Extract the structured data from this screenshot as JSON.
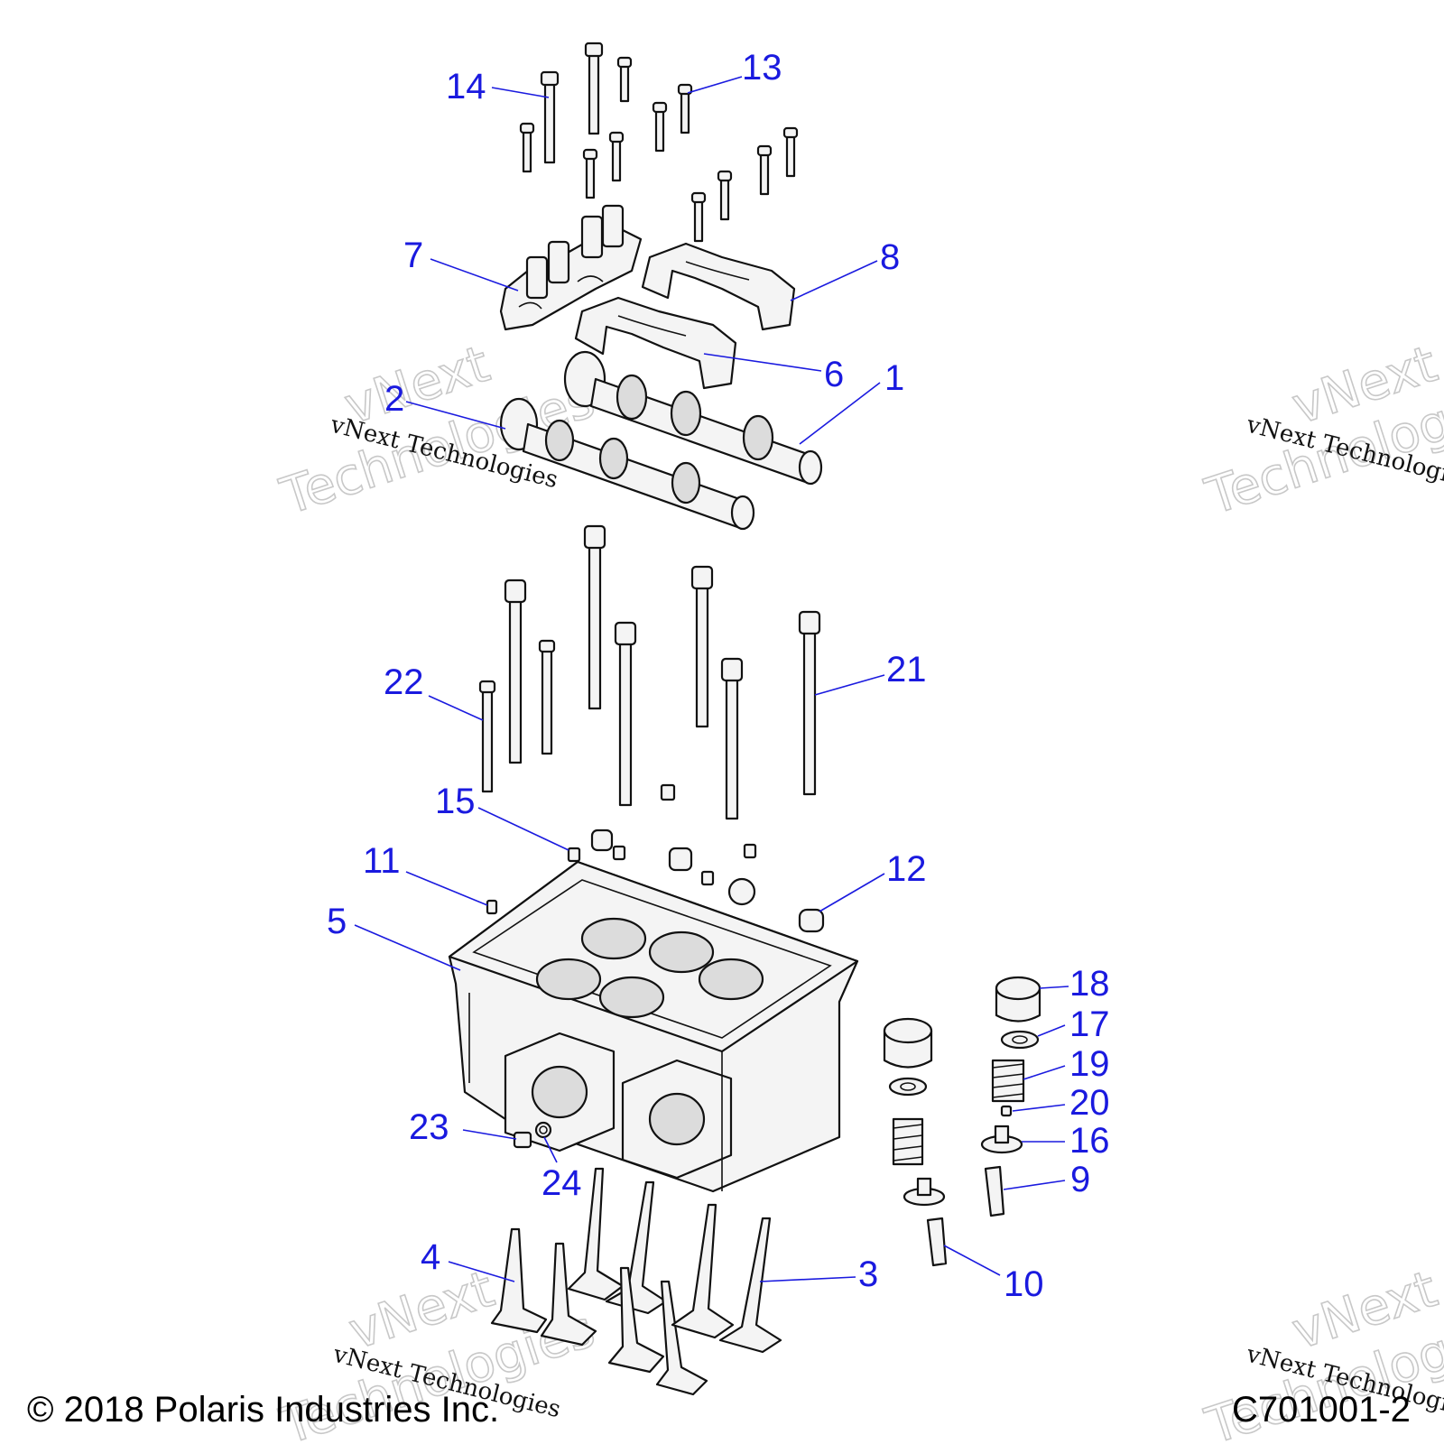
{
  "callouts": {
    "c1": "1",
    "c2": "2",
    "c3": "3",
    "c4": "4",
    "c5": "5",
    "c6": "6",
    "c7": "7",
    "c8": "8",
    "c9": "9",
    "c10": "10",
    "c11": "11",
    "c12": "12",
    "c13": "13",
    "c14": "14",
    "c15": "15",
    "c16": "16",
    "c17": "17",
    "c18": "18",
    "c19": "19",
    "c20": "20",
    "c21": "21",
    "c22": "22",
    "c23": "23",
    "c24": "24"
  },
  "watermark": {
    "line1": "vNext Technologies",
    "big1": "vNext",
    "big2": "Technologies"
  },
  "footer": {
    "copyright": "© 2018 Polaris Industries Inc.",
    "drawing_number": "C701001-2"
  },
  "colors": {
    "callout": "#1a1adf",
    "line": "#111111",
    "watermark": "#c8c8c8"
  }
}
